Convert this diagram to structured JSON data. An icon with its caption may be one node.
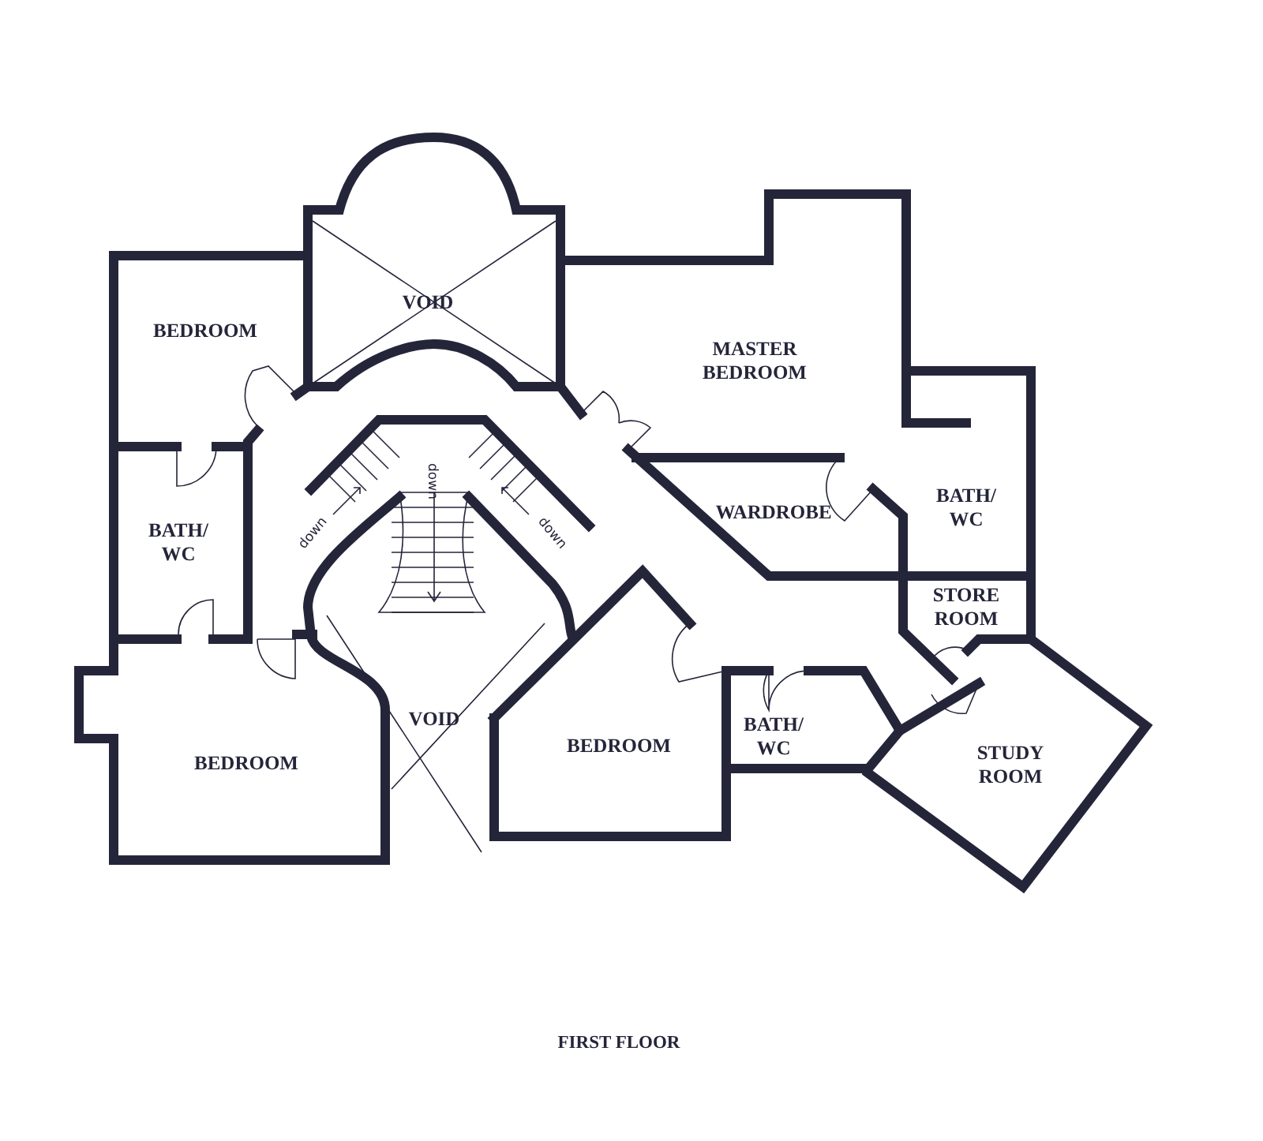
{
  "diagram": {
    "caption": "FIRST FLOOR",
    "nodes": [
      {
        "text": [
          "BEDROOM"
        ]
      },
      {
        "text": [
          "VOID"
        ]
      },
      {
        "text": [
          "MASTER BEDROOM"
        ]
      },
      {
        "text": [
          "BATH/ WC"
        ]
      },
      {
        "text": [
          "WARDROBE"
        ]
      },
      {
        "text": [
          "BATH/ WC"
        ]
      },
      {
        "text": [
          "STORE ROOM"
        ]
      },
      {
        "text": [
          "VOID"
        ]
      },
      {
        "text": [
          "BEDROOM"
        ]
      },
      {
        "text": [
          "BEDROOM"
        ]
      },
      {
        "text": [
          "BATH/ WC"
        ]
      },
      {
        "text": [
          "STUDY ROOM"
        ]
      }
    ],
    "labels": [
      "down",
      "down",
      "down"
    ]
  }
}
